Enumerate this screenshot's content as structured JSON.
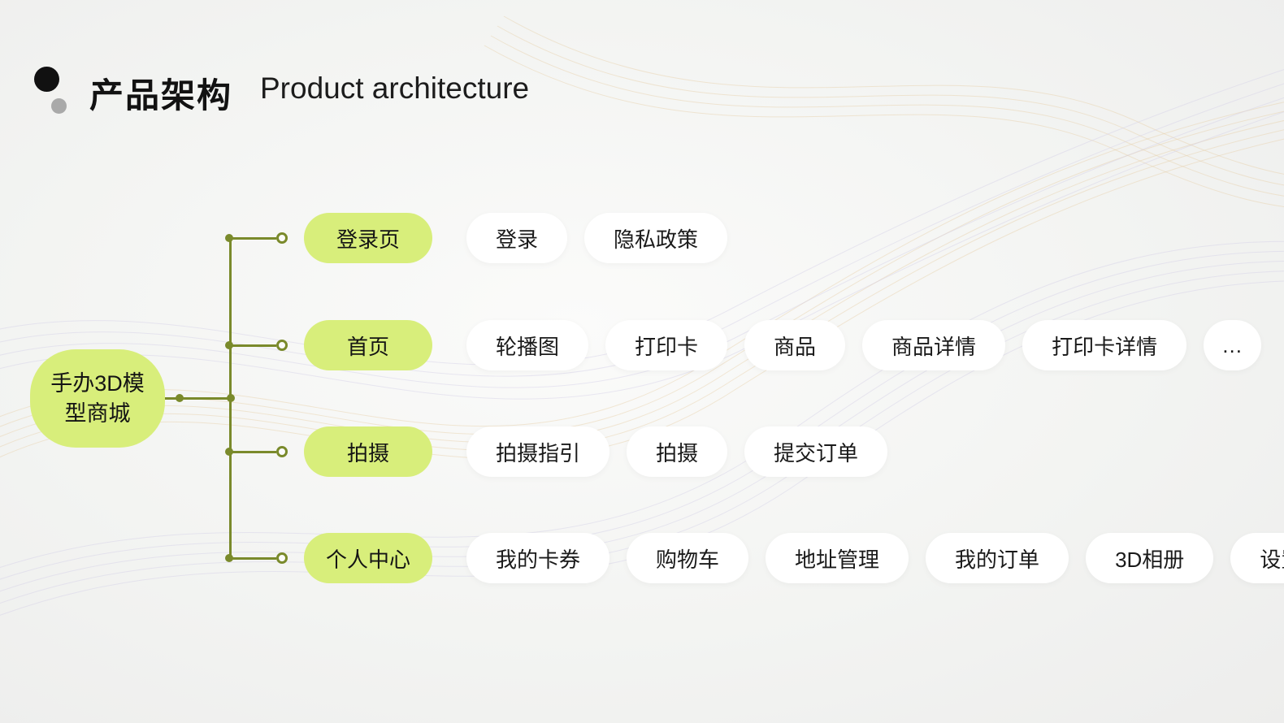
{
  "header": {
    "title_zh": "产品架构",
    "title_en": "Product architecture"
  },
  "root": {
    "line1": "手办3D模",
    "line2": "型商城"
  },
  "branches": [
    {
      "label": "登录页",
      "children": [
        "登录",
        "隐私政策"
      ]
    },
    {
      "label": "首页",
      "children": [
        "轮播图",
        "打印卡",
        "商品",
        "商品详情",
        "打印卡详情",
        "…"
      ]
    },
    {
      "label": "拍摄",
      "children": [
        "拍摄指引",
        "拍摄",
        "提交订单"
      ]
    },
    {
      "label": "个人中心",
      "children": [
        "我的卡券",
        "购物车",
        "地址管理",
        "我的订单",
        "3D相册",
        "设置"
      ]
    }
  ],
  "colors": {
    "node_green": "#d8ee7b",
    "connector_olive": "#7a8a2b",
    "pill_white": "#ffffff",
    "background": "#f2f3f2"
  }
}
